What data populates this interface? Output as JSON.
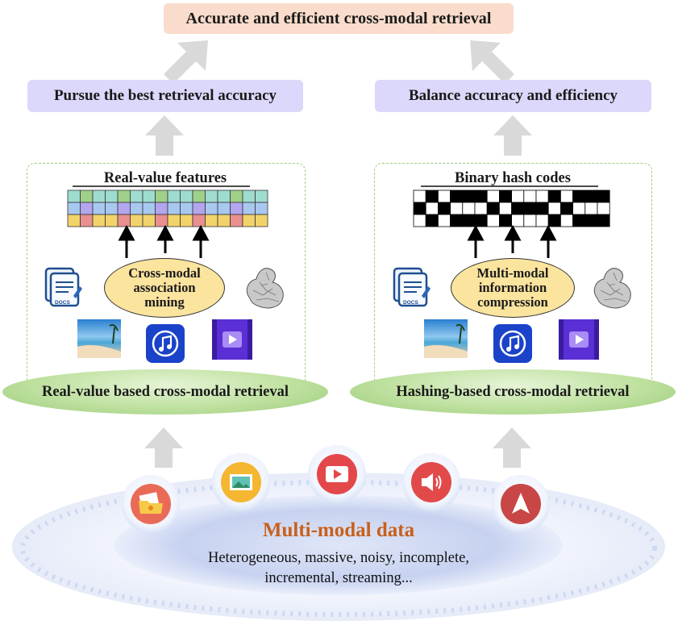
{
  "top_goal": "Accurate and efficient cross-modal retrieval",
  "left": {
    "goal": "Pursue the best retrieval accuracy",
    "feature_title": "Real-value features",
    "mining_lines": [
      "Cross-modal",
      "association",
      "mining"
    ],
    "method": "Real-value based cross-modal retrieval",
    "icons": [
      "docs-icon",
      "3d-model-icon",
      "image-icon",
      "music-icon",
      "video-icon"
    ]
  },
  "right": {
    "goal": "Balance accuracy and efficiency",
    "feature_title": "Binary hash codes",
    "compression_lines": [
      "Multi-modal",
      "information",
      "compression"
    ],
    "method": "Hashing-based cross-modal retrieval",
    "icons": [
      "docs-icon",
      "3d-model-icon",
      "image-icon",
      "music-icon",
      "video-icon"
    ]
  },
  "docs_label": "DOCS",
  "data": {
    "title": "Multi-modal data",
    "desc_line1": "Heterogeneous, massive, noisy, incomplete,",
    "desc_line2": "incremental, streaming...",
    "bubble_icons": [
      "folder-icon",
      "image-icon",
      "video-icon",
      "audio-icon",
      "navigation-icon"
    ]
  },
  "colors": {
    "top_box": "#f9dccb",
    "goal_box": "#dcd8fb",
    "method_band": "#b5dc95",
    "panel_border": "#9fd07f",
    "ellipse": "#fbe49e",
    "data_title": "#c8601c",
    "arrow": "#d9d9d9"
  }
}
